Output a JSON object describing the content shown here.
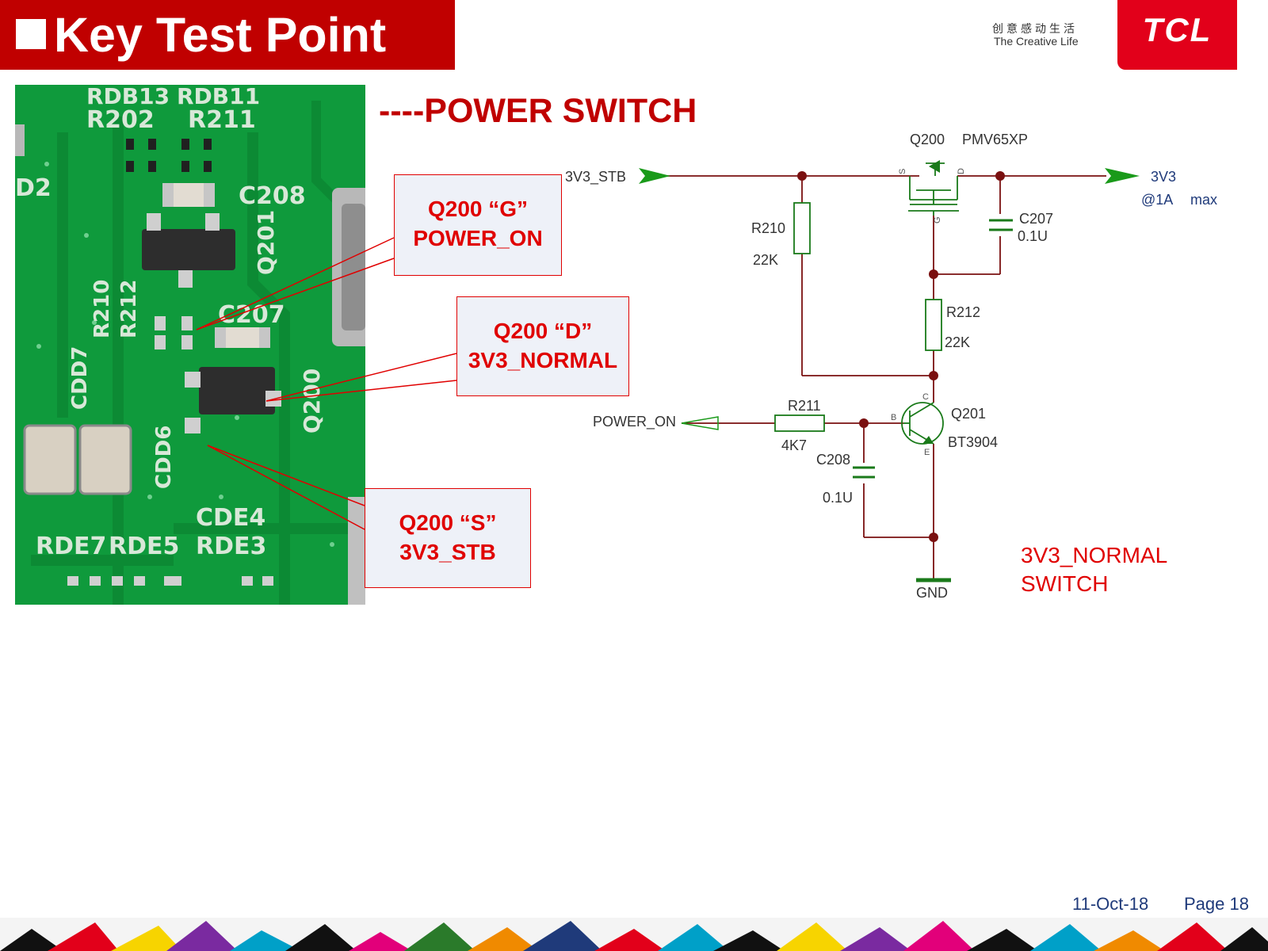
{
  "header": {
    "title": "Key Test Point",
    "slogan_cn": "创意感动生活",
    "slogan_en": "The Creative Life",
    "logo": "TCL"
  },
  "section_title": "----POWER SWITCH",
  "callouts": [
    {
      "line1": "Q200 “G”",
      "line2": "POWER_ON"
    },
    {
      "line1": "Q200 “D”",
      "line2": "3V3_NORMAL"
    },
    {
      "line1": "Q200 “S”",
      "line2": "3V3_STB"
    }
  ],
  "pcb_labels": {
    "rdb13": "RDB13",
    "rdb11": "RDB11",
    "r202": "R202",
    "r211": "R211",
    "d2": "D2",
    "c208": "C208",
    "q201": "Q201",
    "r210": "R210",
    "r212": "R212",
    "c207": "C207",
    "cdd7": "CDD7",
    "cdd6": "CDD6",
    "q200": "Q200",
    "cde4": "CDE4",
    "rde7": "RDE7",
    "rde5": "RDE5",
    "rde3": "RDE3"
  },
  "schematic": {
    "q200": "Q200",
    "q200_part": "PMV65XP",
    "pin_s": "S",
    "pin_d": "D",
    "pin_g": "G",
    "in_3v3_stb": "3V3_STB",
    "out_3v3": "3V3",
    "out_current": "@1A",
    "out_max": "max",
    "r210": "R210",
    "r210_val": "22K",
    "c207": "C207",
    "c207_val": "0.1U",
    "r212": "R212",
    "r212_val": "22K",
    "power_on": "POWER_ON",
    "r211": "R211",
    "r211_val": "4K7",
    "c208": "C208",
    "c208_val": "0.1U",
    "q201": "Q201",
    "q201_part": "BT3904",
    "pin_b": "B",
    "pin_c": "C",
    "pin_e": "E",
    "gnd": "GND",
    "note_line1": "3V3_NORMAL",
    "note_line2": "SWITCH"
  },
  "footer": {
    "date": "11-Oct-18",
    "page": "Page 18"
  },
  "colors": {
    "brand_red": "#c00000",
    "logo_red": "#e2001a",
    "wire": "#7a1010",
    "part": "#1a7a1a",
    "arrow": "#1a9a1a",
    "pcb_green": "#0f9a3c",
    "footer_text": "#1f3a7a"
  }
}
